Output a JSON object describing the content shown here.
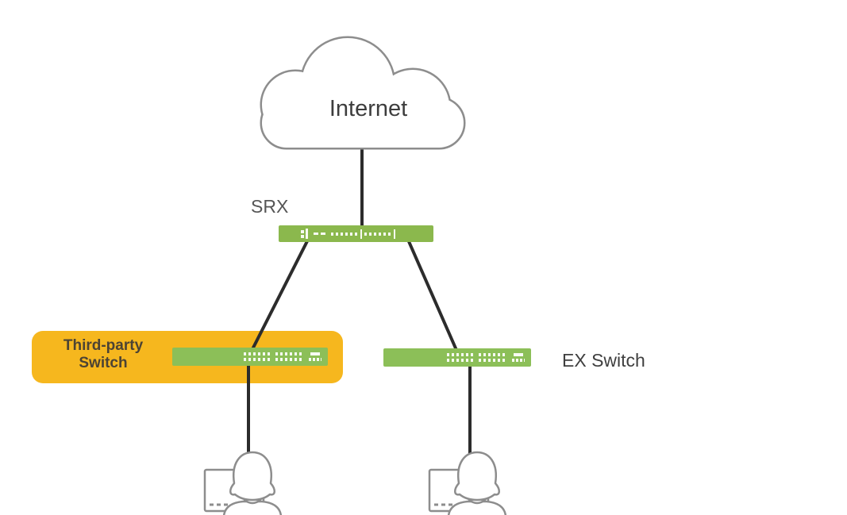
{
  "nodes": {
    "internet_cloud": {
      "kind": "cloud",
      "label": "Internet"
    },
    "srx": {
      "kind": "firewall",
      "label": "SRX"
    },
    "third_party_switch": {
      "kind": "switch",
      "label_lines": [
        "Third-party",
        "Switch"
      ],
      "highlighted": true
    },
    "ex_switch": {
      "kind": "switch",
      "label": "EX Switch"
    },
    "user_left": {
      "kind": "user"
    },
    "user_right": {
      "kind": "user"
    }
  },
  "links": [
    {
      "from": "internet_cloud",
      "to": "srx"
    },
    {
      "from": "srx",
      "to": "third_party_switch"
    },
    {
      "from": "srx",
      "to": "ex_switch"
    },
    {
      "from": "third_party_switch",
      "to": "user_left"
    },
    {
      "from": "ex_switch",
      "to": "user_right"
    }
  ],
  "colors": {
    "srx_green": "#8bb84d",
    "switch_green": "#8cbf58",
    "highlight_orange": "#f6b71e",
    "link_line": "#2c2c2c",
    "outline_gray": "#8d8d8d"
  }
}
